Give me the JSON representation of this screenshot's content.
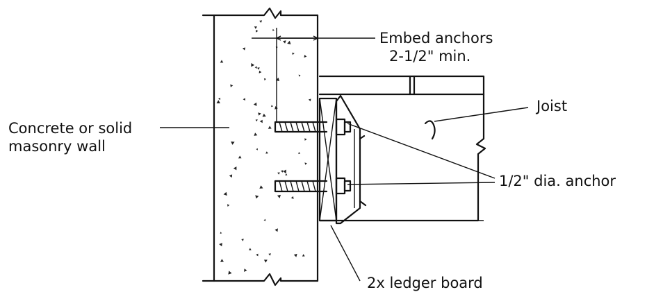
{
  "labels": {
    "embed_line1": "Embed anchors",
    "embed_line2": "2-1/2\" min.",
    "joist": "Joist",
    "wall_line1": "Concrete or solid",
    "wall_line2": "masonry wall",
    "anchor": "1/2\" dia. anchor",
    "ledger": "2x ledger board"
  }
}
